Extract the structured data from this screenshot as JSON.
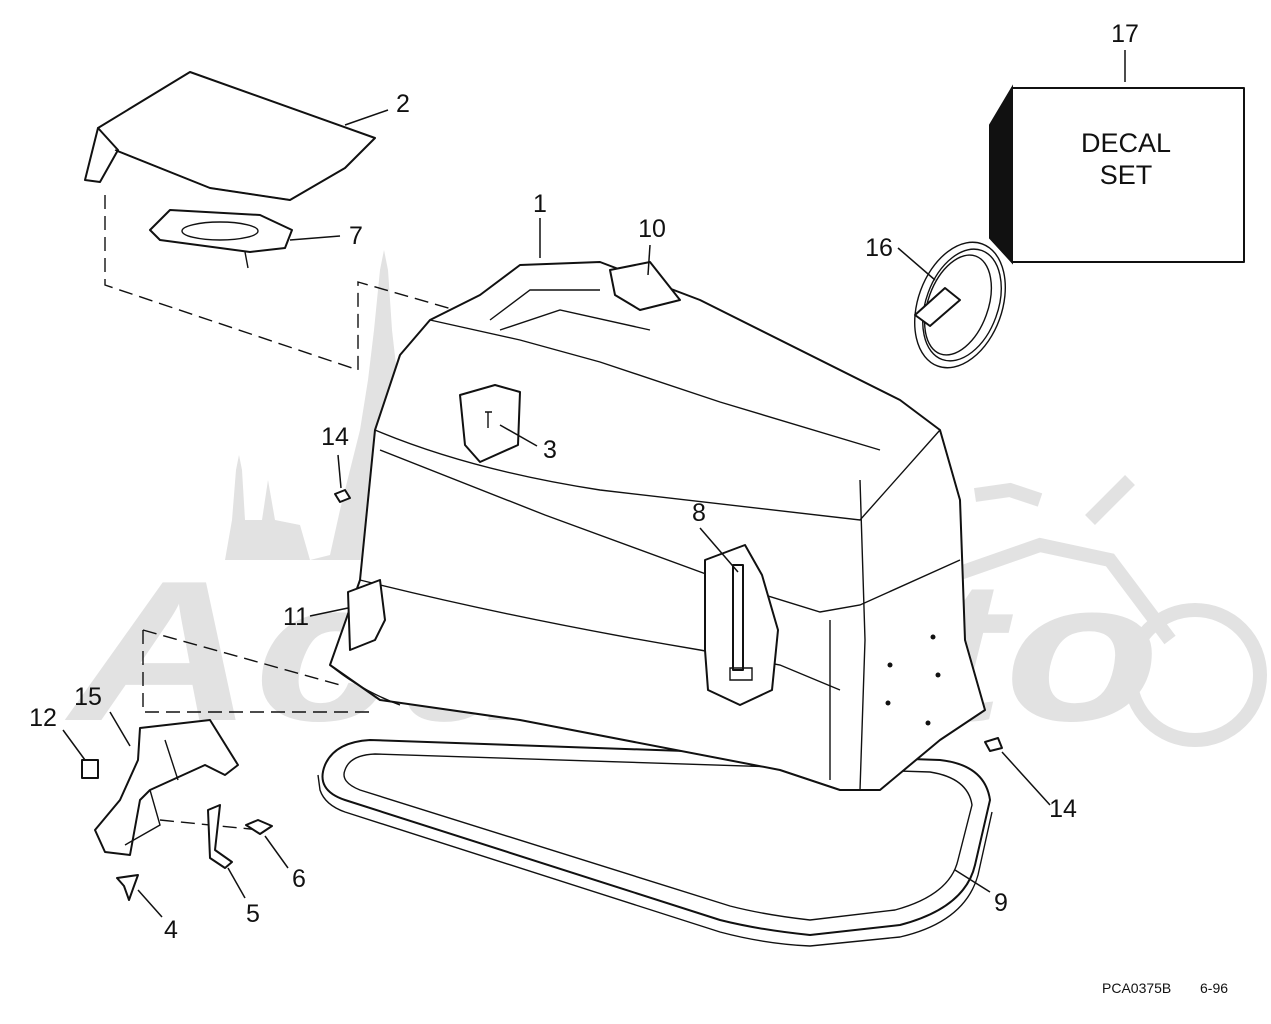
{
  "callouts": [
    {
      "id": "c1",
      "text": "1"
    },
    {
      "id": "c2",
      "text": "2"
    },
    {
      "id": "c3",
      "text": "3"
    },
    {
      "id": "c4",
      "text": "4"
    },
    {
      "id": "c5",
      "text": "5"
    },
    {
      "id": "c6",
      "text": "6"
    },
    {
      "id": "c7",
      "text": "7"
    },
    {
      "id": "c8",
      "text": "8"
    },
    {
      "id": "c9",
      "text": "9"
    },
    {
      "id": "c10",
      "text": "10"
    },
    {
      "id": "c11",
      "text": "11"
    },
    {
      "id": "c12",
      "text": "12"
    },
    {
      "id": "c14a",
      "text": "14"
    },
    {
      "id": "c14b",
      "text": "14"
    },
    {
      "id": "c15",
      "text": "15"
    },
    {
      "id": "c16",
      "text": "16"
    },
    {
      "id": "c17",
      "text": "17"
    }
  ],
  "decal_box": {
    "line1": "DECAL",
    "line2": "SET"
  },
  "footer": {
    "code": "PCA0375B",
    "date": "6-96"
  },
  "watermark": {
    "text": "AcuMoto"
  }
}
